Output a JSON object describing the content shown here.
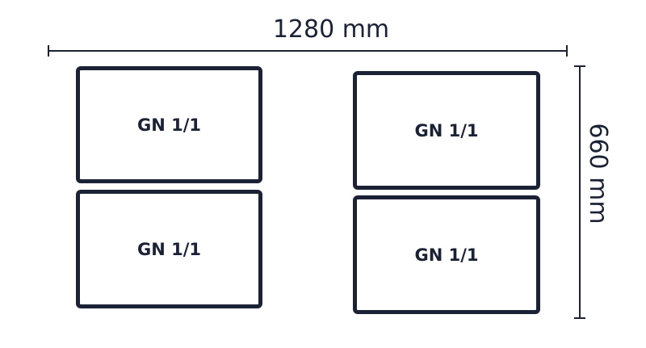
{
  "dimensions": {
    "width_label": "1280 mm",
    "height_label": "660 mm"
  },
  "pans": [
    {
      "label": "GN 1/1"
    },
    {
      "label": "GN 1/1"
    },
    {
      "label": "GN 1/1"
    },
    {
      "label": "GN 1/1"
    }
  ],
  "colors": {
    "stroke": "#1c2236",
    "background": "#ffffff"
  }
}
